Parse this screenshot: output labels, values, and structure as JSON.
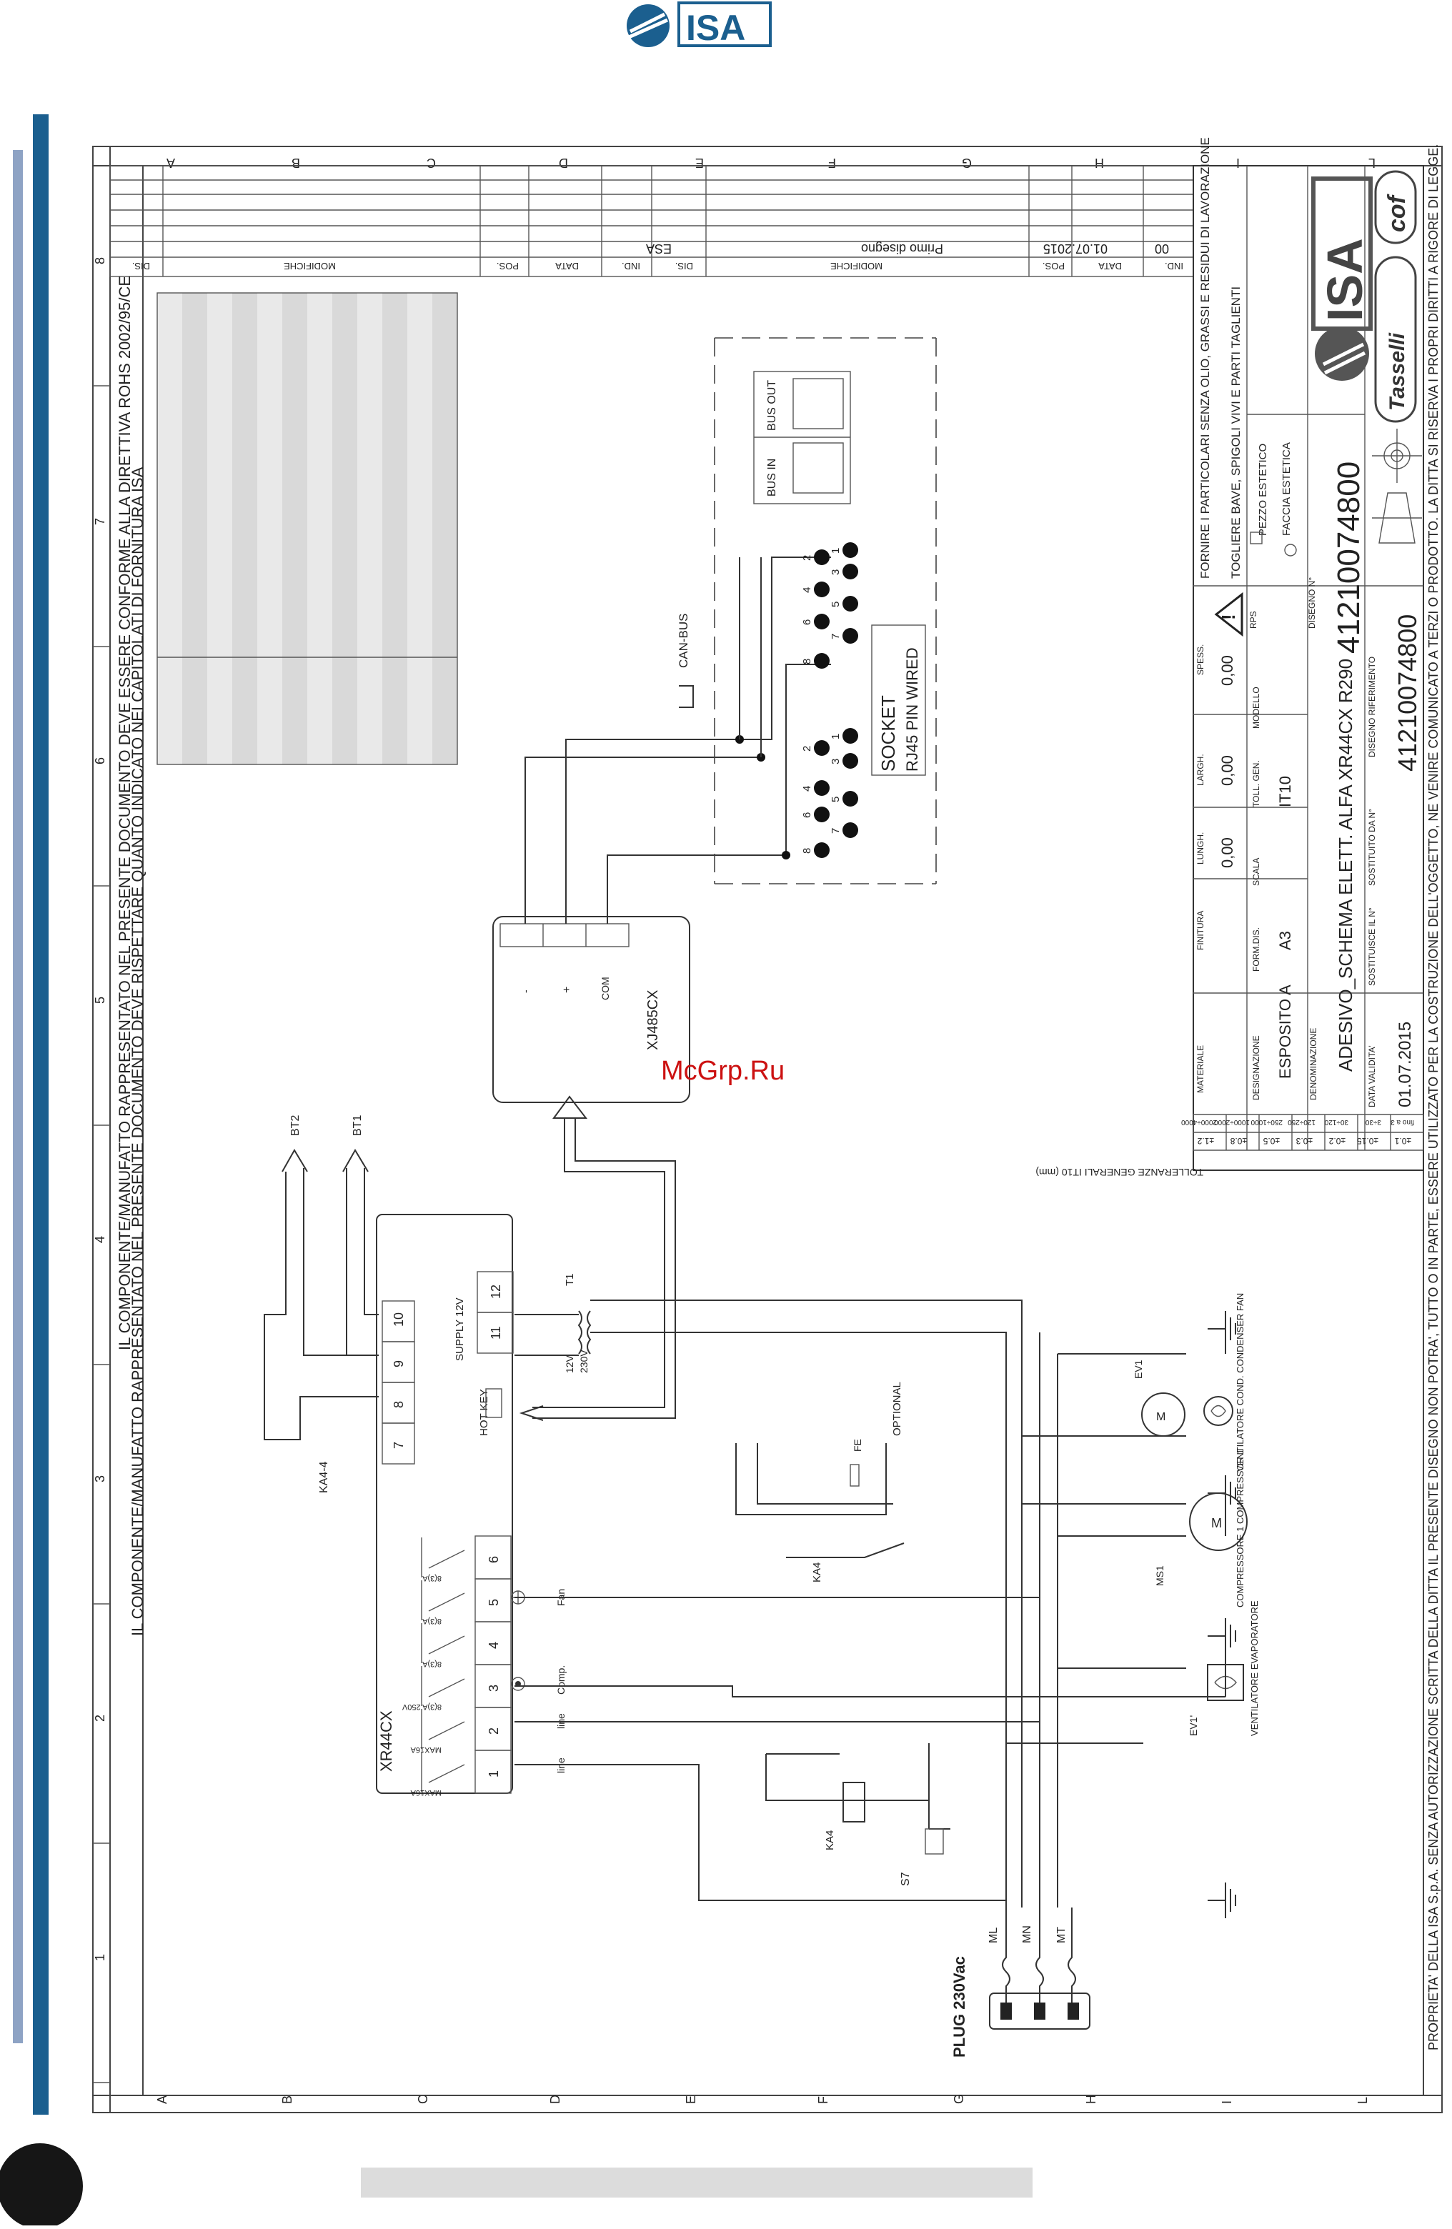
{
  "header": {
    "brand": "ISA"
  },
  "watermark": "McGrp.Ru",
  "grid": {
    "rows": [
      "A",
      "B",
      "C",
      "D",
      "E",
      "F",
      "G",
      "H",
      "I",
      "L"
    ],
    "cols": [
      "1",
      "2",
      "3",
      "4",
      "5",
      "6",
      "7",
      "8"
    ]
  },
  "revision_table": {
    "headers_left": [
      "DIS.",
      "MODIFICHE",
      "POS.",
      "DATA",
      "IND."
    ],
    "headers_right": [
      "DIS.",
      "MODIFICHE",
      "POS.",
      "DATA",
      "IND."
    ],
    "entry": {
      "dis": "ESA",
      "modifiche": "Primo disegno",
      "data": "01.07.2015",
      "ind": "00"
    }
  },
  "notes": {
    "compliance": "IL COMPONENTE/MANUFATTO RAPPRESENTATO NEL PRESENTE DOCUMENTO DEVE ESSERE CONFORME ALLA DIRETTIVA ROHS 2002/95/CE",
    "supply": "IL COMPONENTE/MANUFATTO RAPPRESENTATO NEL PRESENTE DOCUMENTO DEVE RISPETTARE QUANTO INDICATO NEI CAPITOLATI DI FORNITURA ISA",
    "ownership": "PROPRIETA' DELLA ISA S.p.A. SENZA AUTORIZZAZIONE SCRITTA DELLA DITTA IL PRESENTE DISEGNO NON POTRA', TUTTO O IN PARTE, ESSERE UTILIZZATO PER LA COSTRUZIONE DELL'OGGETTO, NE VENIRE COMUNICATO A TERZI O PRODOTTO. LA DITTA SI RISERVA I PROPRI DIRITTI A RIGORE DI LEGGE."
  },
  "title_block": {
    "supply_note": "FORNIRE I PARTICOLARI SENZA OLIO, GRASSI E RESIDUI DI LAVORAZIONE",
    "burr_note": "TOGLIERE BAVE, SPIGOLI VIVI E PARTI TAGLIENTI",
    "pezzo_estetico": "PEZZO ESTETICO",
    "faccia_estetica": "FACCIA ESTETICA",
    "rps_label": "RPS",
    "drawing_no_label": "DISEGNO N°",
    "drawing_no": "41210074800",
    "ref_label": "DISEGNO RIFERIMENTO",
    "ref_no": "41210074800",
    "materiale_label": "MATERIALE",
    "finitura_label": "FINITURA",
    "lungh_label": "LUNGH.",
    "lungh": "0,00",
    "largh_label": "LARGH.",
    "largh": "0,00",
    "spess_label": "SPESS.",
    "spess": "0,00",
    "designazione_label": "DESIGNAZIONE",
    "designazione": "ESPOSITO A",
    "formato_label": "FORM.DIS.",
    "formato": "A3",
    "scala_label": "SCALA",
    "toll_gen_label": "TOLL. GEN.",
    "toll_gen": "IT10",
    "modello_label": "MODELLO",
    "denominazione_label": "DENOMINAZIONE",
    "denominazione": "ADESIVO_SCHEMA ELETT. ALFA XR44CX R290",
    "data_validita_label": "DATA VALIDITA'",
    "data_validita": "01.07.2015",
    "sostituisce_label": "SOSTITUISCE IL N°",
    "sostituito_label": "SOSTITUITO DA N°",
    "tolleranze_label": "TOLLERANZE GENERALI IT10 (mm)",
    "tol_ranges": [
      "fino a 3",
      "3÷30",
      "30÷120",
      "120÷250",
      "250÷1000",
      "1000÷2000",
      "2000÷4000"
    ],
    "tol_values": [
      "±0.1",
      "±0.15",
      "±0.2",
      "±0.3",
      "±0.5",
      "±0.8",
      "±1.2"
    ],
    "logos": [
      "ISA",
      "Tasselli",
      "cof"
    ]
  },
  "schematic": {
    "controller": "XR44CX",
    "terminals": [
      "1",
      "2",
      "3",
      "4",
      "5",
      "6",
      "7",
      "8",
      "9",
      "10",
      "11",
      "12"
    ],
    "relay_labels": [
      "MAX16A",
      "MAX16A",
      "8(3)A 250V",
      "8(3)A",
      "8(3)A",
      "8(3)A"
    ],
    "line_labels": [
      "line",
      "line",
      "Comp.",
      "Fan"
    ],
    "supply_label": "SUPPLY 12V",
    "transformer": "T1",
    "tx_voltages": [
      "12V",
      "230V"
    ],
    "hot_key": "HOT KEY",
    "interface": "XJ485CX",
    "interface_pins": [
      "-",
      "+",
      "COM"
    ],
    "socket_title": "SOCKET",
    "socket_sub": "RJ45 PIN WIRED",
    "socket_pins": [
      "1",
      "2",
      "3",
      "4",
      "5",
      "6",
      "7",
      "8"
    ],
    "can_bus": "CAN-BUS",
    "bus_in": "BUS IN",
    "bus_out": "BUS OUT",
    "probes": [
      "BT2",
      "BT1"
    ],
    "relays": [
      "KA4-4",
      "KA4",
      "KA4"
    ],
    "switch": "S7",
    "motors": [
      {
        "tag": "EV1",
        "text": "VENTILATORE COND. CONDENSER FAN"
      },
      {
        "tag": "MS1",
        "text": "COMPRESSORE 1 COMPRESSOR 1"
      },
      {
        "tag": "EV1'",
        "text": "VENTILATORE EVAPORATORE"
      }
    ],
    "optional": "OPTIONAL",
    "fe_label": "FE",
    "plug": "PLUG 230Vac",
    "plug_wires": [
      "ML",
      "MN",
      "MT"
    ]
  }
}
